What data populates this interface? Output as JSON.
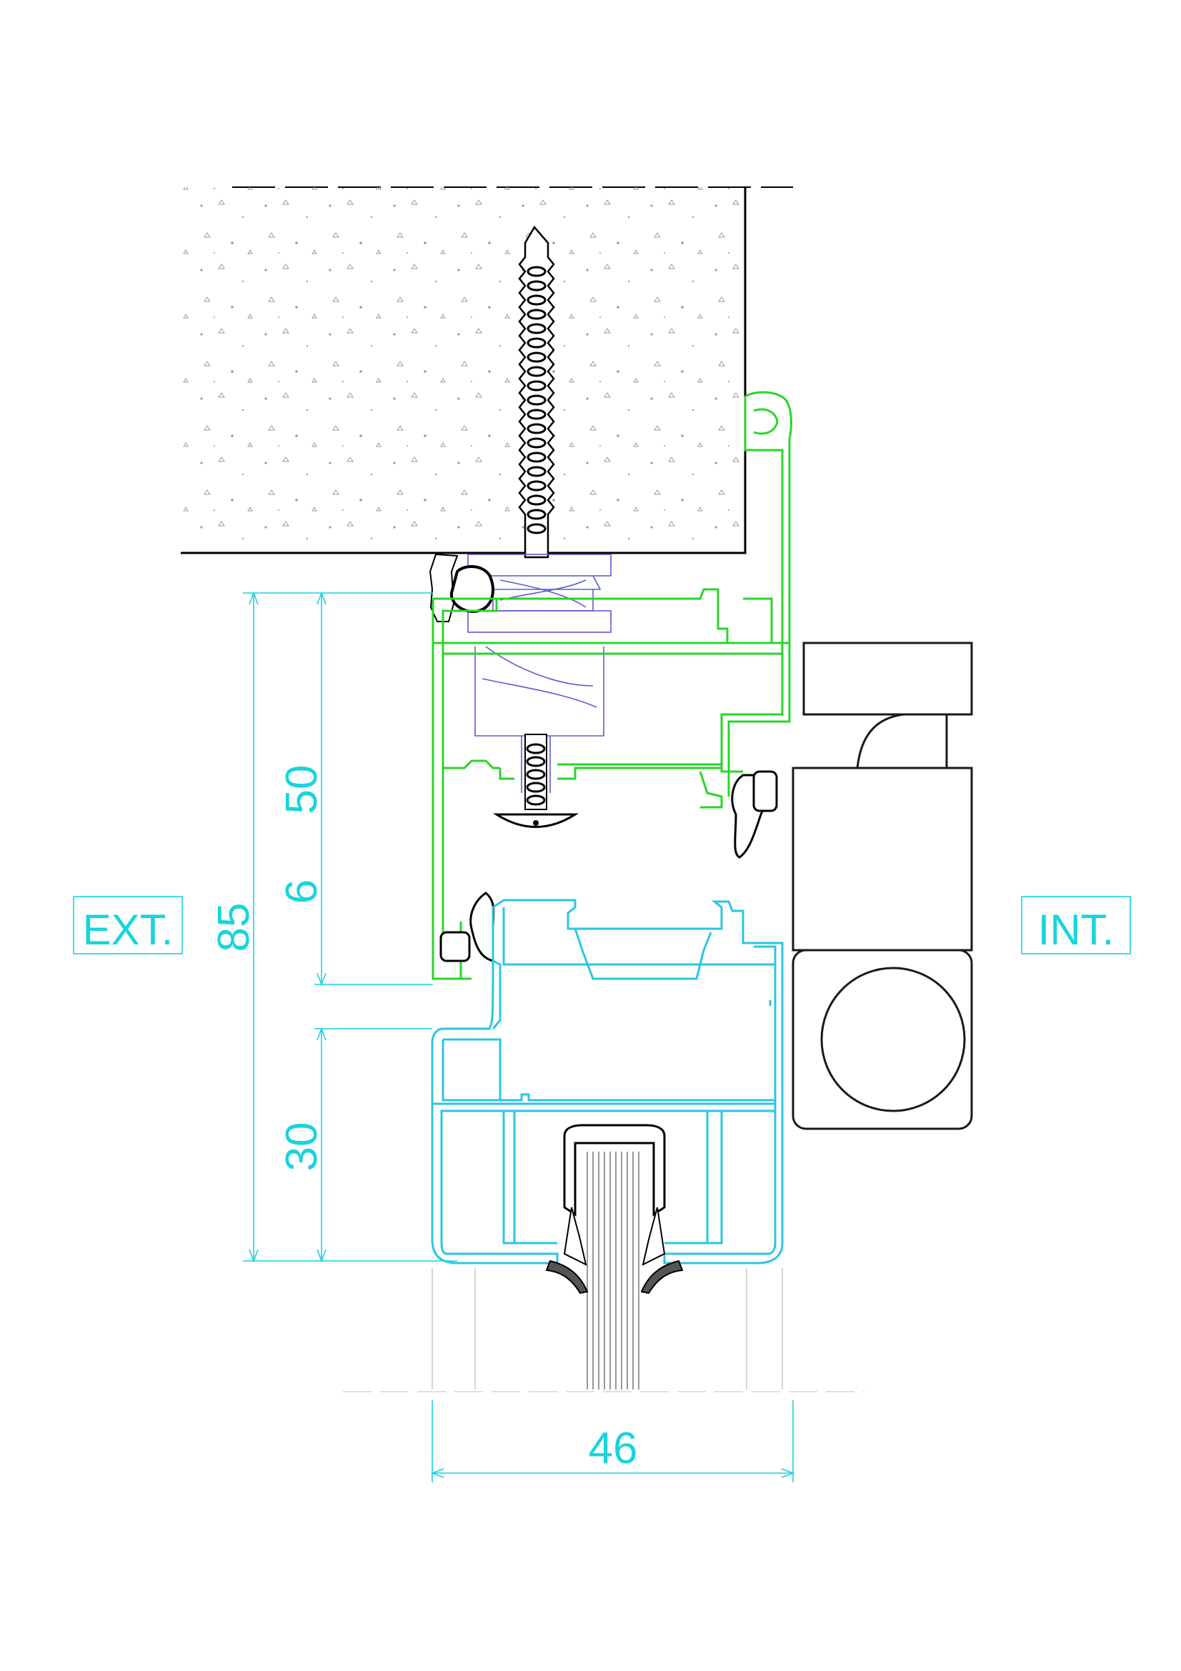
{
  "labels": {
    "exterior": "EXT.",
    "interior": "INT."
  },
  "dimensions": {
    "overall_height": "85",
    "sash_height": "50",
    "overlap": "6",
    "frame_height": "30",
    "frame_depth": "46"
  },
  "colors": {
    "wall_outline": "#000000",
    "frame_profile": "#2ad52a",
    "sash_profile": "#2cc6e0",
    "dimension": "#19d4dc",
    "screw_anchor": "#5b5bd0",
    "hardware": "#1a1a1a"
  },
  "icons": {
    "screw": "screw-icon",
    "gasket": "gasket-icon",
    "handle": "handle-icon"
  }
}
